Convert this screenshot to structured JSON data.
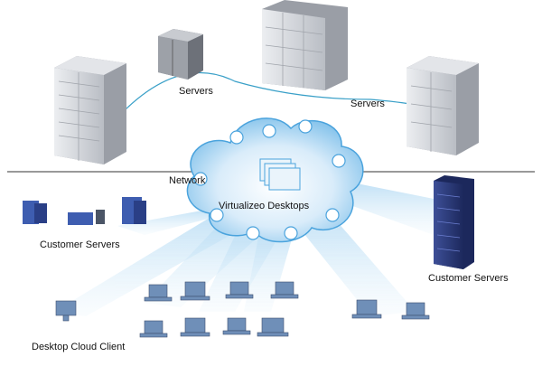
{
  "labels": {
    "servers_top": "Servers",
    "servers_right": "Servers",
    "network": "Network",
    "virtualized_desktops": "Virtualizeo Desktops",
    "customer_servers_left": "Customer Servers",
    "customer_servers_right": "Customer Servers",
    "desktop_cloud_client": "Desktop Cloud Client"
  },
  "colors": {
    "cloud_fill": "#cfe6f7",
    "cloud_edge": "#4aa3dd",
    "beam": "#bfe0f5",
    "rack": "#d4d7dc",
    "rack_dark": "#5a5f68",
    "navy_server": "#2a3a7a",
    "monitor": "#6f8fb8",
    "line": "#333333"
  }
}
